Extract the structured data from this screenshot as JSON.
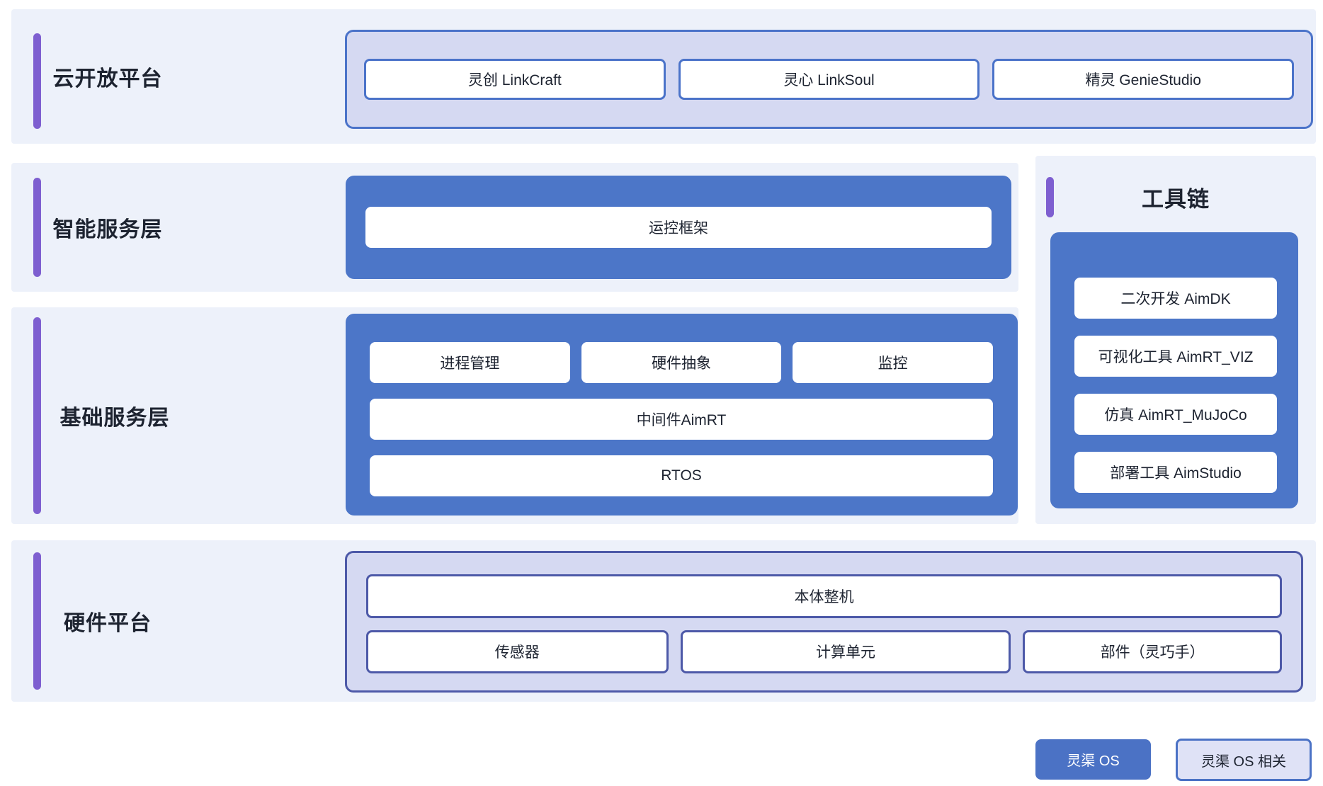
{
  "colors": {
    "panel_bg": "#EDF1FA",
    "solid_blue": "#4C76C8",
    "blue_border": "#4B73C9",
    "lavender": "#D5D9F2",
    "indigo_border": "#4D59A8",
    "accent_purple": "#7E5FD0",
    "text_dark": "#1D2330",
    "legend_light_bg": "#DFE2F6"
  },
  "layers": {
    "cloud": {
      "title": "云开放平台",
      "items": [
        "灵创 LinkCraft",
        "灵心 LinkSoul",
        "精灵 GenieStudio"
      ]
    },
    "intelligent": {
      "title": "智能服务层",
      "framework": "运控框架"
    },
    "toolchain": {
      "title": "工具链",
      "items": [
        "二次开发 AimDK",
        "可视化工具 AimRT_VIZ",
        "仿真 AimRT_MuJoCo",
        "部署工具 AimStudio"
      ]
    },
    "base": {
      "title": "基础服务层",
      "row1": [
        "进程管理",
        "硬件抽象",
        "监控"
      ],
      "middleware": "中间件AimRT",
      "rtos": "RTOS"
    },
    "hardware": {
      "title": "硬件平台",
      "body": "本体整机",
      "items": [
        "传感器",
        "计算单元",
        "部件（灵巧手）"
      ]
    }
  },
  "legend": {
    "os": "灵渠 OS",
    "related": "灵渠 OS 相关"
  }
}
